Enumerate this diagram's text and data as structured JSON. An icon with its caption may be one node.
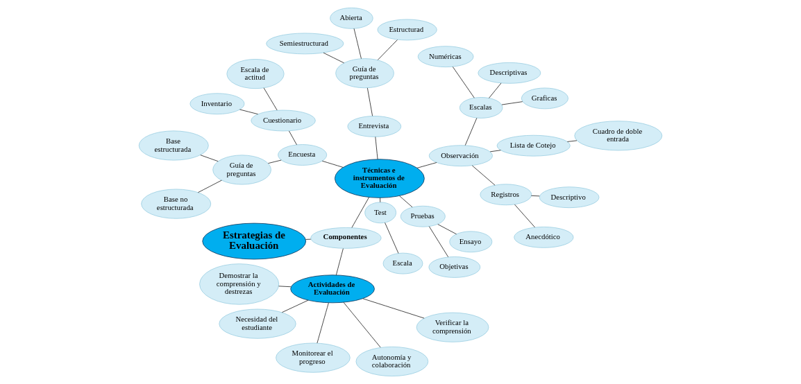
{
  "diagram": {
    "nodes": [
      {
        "text": [
          "Estrategias de Evaluación"
        ]
      },
      {
        "text": [
          "Componentes"
        ]
      },
      {
        "text": [
          "Actividades de Evaluación"
        ]
      },
      {
        "text": [
          "Demostrar la comprensión y destrezas"
        ]
      },
      {
        "text": [
          "Autonomía y colaboración"
        ]
      },
      {
        "text": [
          "Necesidad del estudiante"
        ]
      },
      {
        "text": [
          "Monitorear el progreso"
        ]
      },
      {
        "text": [
          "Verificar la comprensión"
        ]
      },
      {
        "text": [
          "Técnicas e instrumentos de Evaluación"
        ]
      },
      {
        "text": [
          "Test"
        ]
      },
      {
        "text": [
          "Escala"
        ]
      },
      {
        "text": [
          "Pruebas"
        ]
      },
      {
        "text": [
          "Objetivas"
        ]
      },
      {
        "text": [
          "Ensayo"
        ]
      },
      {
        "text": [
          "Encuesta"
        ]
      },
      {
        "text": [
          "Guía de preguntas"
        ]
      },
      {
        "text": [
          "Base no estructurada"
        ]
      },
      {
        "text": [
          "Base estructurada"
        ]
      },
      {
        "text": [
          "Cuestionario"
        ]
      },
      {
        "text": [
          "Escala de actitud"
        ]
      },
      {
        "text": [
          "Inventario"
        ]
      },
      {
        "text": [
          "Entrevista"
        ]
      },
      {
        "text": [
          "Guía de preguntas"
        ]
      },
      {
        "text": [
          "Abierta"
        ]
      },
      {
        "text": [
          "Semiestructurad"
        ]
      },
      {
        "text": [
          "Estructurad"
        ]
      },
      {
        "text": [
          "Observación"
        ]
      },
      {
        "text": [
          "Registros"
        ]
      },
      {
        "text": [
          "Anecdótico"
        ]
      },
      {
        "text": [
          "Descriptivo"
        ]
      },
      {
        "text": [
          "Lista de Cotejo"
        ]
      },
      {
        "text": [
          "Cuadro de doble entrada"
        ]
      },
      {
        "text": [
          "Escalas"
        ]
      },
      {
        "text": [
          "Numéricas"
        ]
      },
      {
        "text": [
          "Descriptivas"
        ]
      },
      {
        "text": [
          "Graficas"
        ]
      }
    ],
    "edges": [
      {
        "from": 0,
        "to": 1,
        "arrow": "none"
      },
      {
        "from": 1,
        "to": 2,
        "arrow": "none"
      },
      {
        "from": 2,
        "to": 3,
        "arrow": "none"
      },
      {
        "from": 2,
        "to": 4,
        "arrow": "none"
      },
      {
        "from": 2,
        "to": 5,
        "arrow": "none"
      },
      {
        "from": 2,
        "to": 6,
        "arrow": "none"
      },
      {
        "from": 2,
        "to": 7,
        "arrow": "none"
      },
      {
        "from": 1,
        "to": 8,
        "arrow": "none"
      },
      {
        "from": 8,
        "to": 9,
        "arrow": "none"
      },
      {
        "from": 9,
        "to": 10,
        "arrow": "none"
      },
      {
        "from": 8,
        "to": 11,
        "arrow": "none"
      },
      {
        "from": 11,
        "to": 12,
        "arrow": "none"
      },
      {
        "from": 11,
        "to": 13,
        "arrow": "none"
      },
      {
        "from": 8,
        "to": 14,
        "arrow": "none"
      },
      {
        "from": 14,
        "to": 15,
        "arrow": "none"
      },
      {
        "from": 15,
        "to": 16,
        "arrow": "none"
      },
      {
        "from": 15,
        "to": 17,
        "arrow": "none"
      },
      {
        "from": 14,
        "to": 18,
        "arrow": "none"
      },
      {
        "from": 18,
        "to": 19,
        "arrow": "none"
      },
      {
        "from": 18,
        "to": 20,
        "arrow": "none"
      },
      {
        "from": 8,
        "to": 21,
        "arrow": "none"
      },
      {
        "from": 21,
        "to": 22,
        "arrow": "none"
      },
      {
        "from": 22,
        "to": 23,
        "arrow": "none"
      },
      {
        "from": 22,
        "to": 24,
        "arrow": "none"
      },
      {
        "from": 22,
        "to": 25,
        "arrow": "none"
      },
      {
        "from": 8,
        "to": 26,
        "arrow": "none"
      },
      {
        "from": 26,
        "to": 27,
        "arrow": "none"
      },
      {
        "from": 27,
        "to": 28,
        "arrow": "none"
      },
      {
        "from": 27,
        "to": 29,
        "arrow": "none"
      },
      {
        "from": 26,
        "to": 30,
        "arrow": "none"
      },
      {
        "from": 30,
        "to": 31,
        "arrow": "none"
      },
      {
        "from": 26,
        "to": 32,
        "arrow": "none"
      },
      {
        "from": 32,
        "to": 33,
        "arrow": "none"
      },
      {
        "from": 32,
        "to": 34,
        "arrow": "none"
      },
      {
        "from": 32,
        "to": 35,
        "arrow": "none"
      }
    ]
  }
}
